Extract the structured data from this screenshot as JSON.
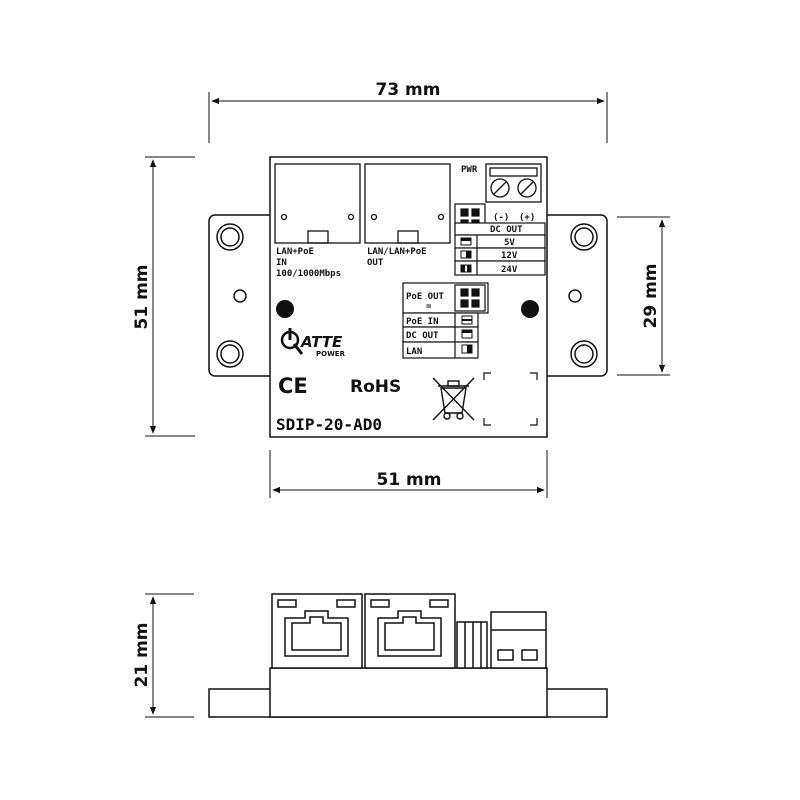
{
  "dimensions": {
    "top_width": "73 mm",
    "board_height": "51 mm",
    "board_width": "51 mm",
    "mount_spacing": "29 mm",
    "side_height": "21 mm"
  },
  "board": {
    "port_in_label_1": "LAN+PoE",
    "port_in_label_2": "IN",
    "port_in_label_3": "100/1000Mbps",
    "port_out_label_1": "LAN/LAN+PoE",
    "port_out_label_2": "OUT",
    "pwr_label": "PWR",
    "polarity_minus": "(-)",
    "polarity_plus": "(+)",
    "dc_out_header": "DC OUT",
    "voltages": [
      "5V",
      "12V",
      "24V"
    ],
    "poe_out_label": "PoE OUT",
    "poe_out_eq": "=",
    "mode_labels": [
      "PoE IN",
      "DC OUT",
      "LAN"
    ],
    "brand": "ATTE",
    "brand_sub": "POWER",
    "ce_mark": "CE",
    "rohs_mark": "RoHS",
    "model": "SDIP-20-AD0"
  },
  "colors": {
    "outline": "#111111",
    "fill": "#ffffff"
  }
}
